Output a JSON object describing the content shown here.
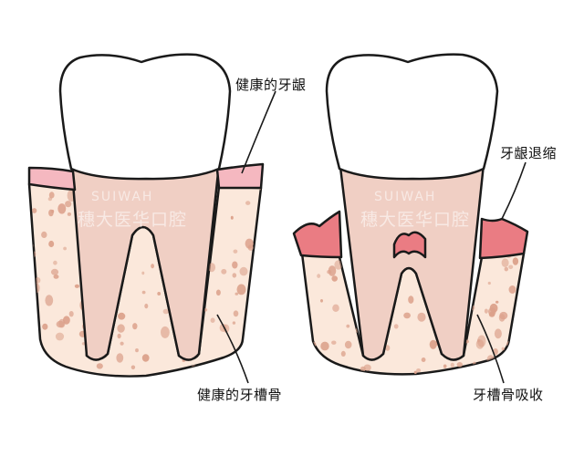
{
  "labels": {
    "healthy_gum": "健康的牙龈",
    "healthy_bone": "健康的牙槽骨",
    "gum_recession": "牙龈退缩",
    "bone_resorption": "牙槽骨吸收"
  },
  "watermark": {
    "latin": "SUIWAH",
    "chinese": "穗大医华口腔"
  },
  "colors": {
    "enamel": "#ffffff",
    "root": "#f0cfc4",
    "gum": "#f5b8c0",
    "gum_receded": "#ea7c83",
    "bone": "#fbe8db",
    "bone_spots": "#dba08a",
    "outline": "#1a1a1a"
  }
}
